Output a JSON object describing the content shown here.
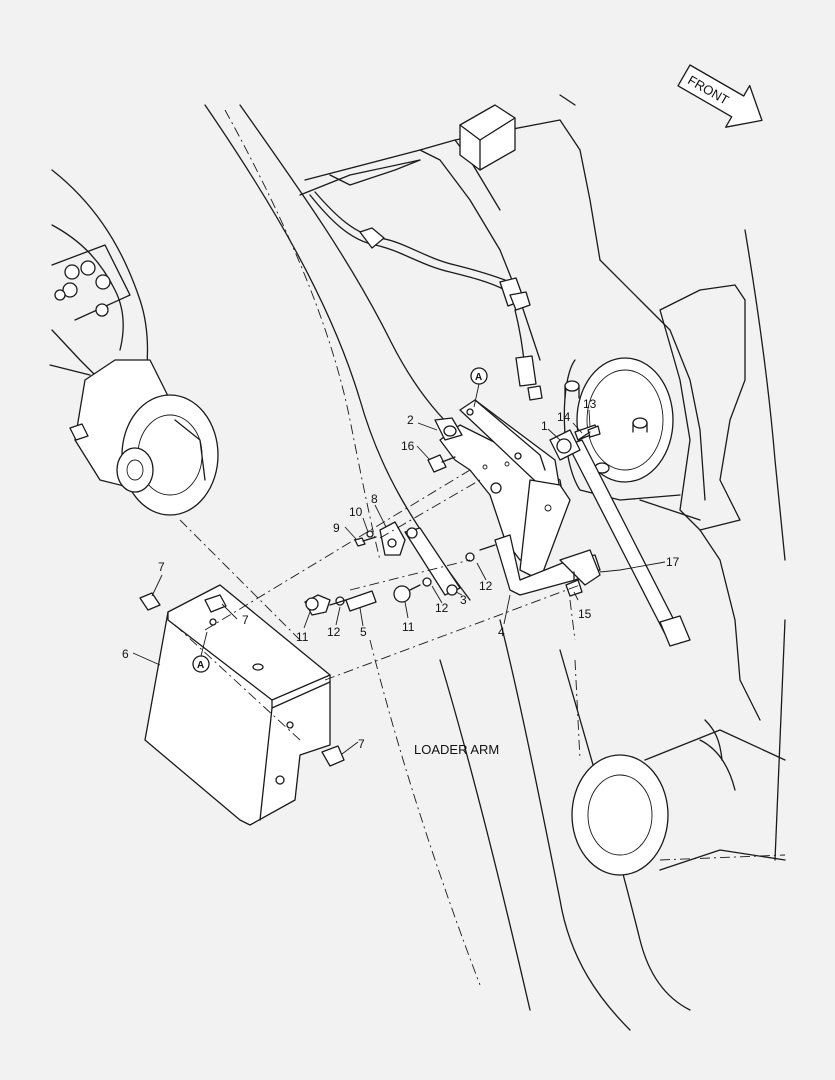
{
  "front_label": "FRONT",
  "loader_arm_label": "LOADER ARM",
  "reference_letter": "A",
  "callouts": {
    "c1": "1",
    "c2": "2",
    "c3": "3",
    "c4": "4",
    "c5": "5",
    "c6": "6",
    "c7a": "7",
    "c7b": "7",
    "c7c": "7",
    "c8": "8",
    "c9": "9",
    "c10": "10",
    "c11a": "11",
    "c11b": "11",
    "c12a": "12",
    "c12b": "12",
    "c12c": "12",
    "c13": "13",
    "c14": "14",
    "c15": "15",
    "c16": "16",
    "c17": "17"
  }
}
